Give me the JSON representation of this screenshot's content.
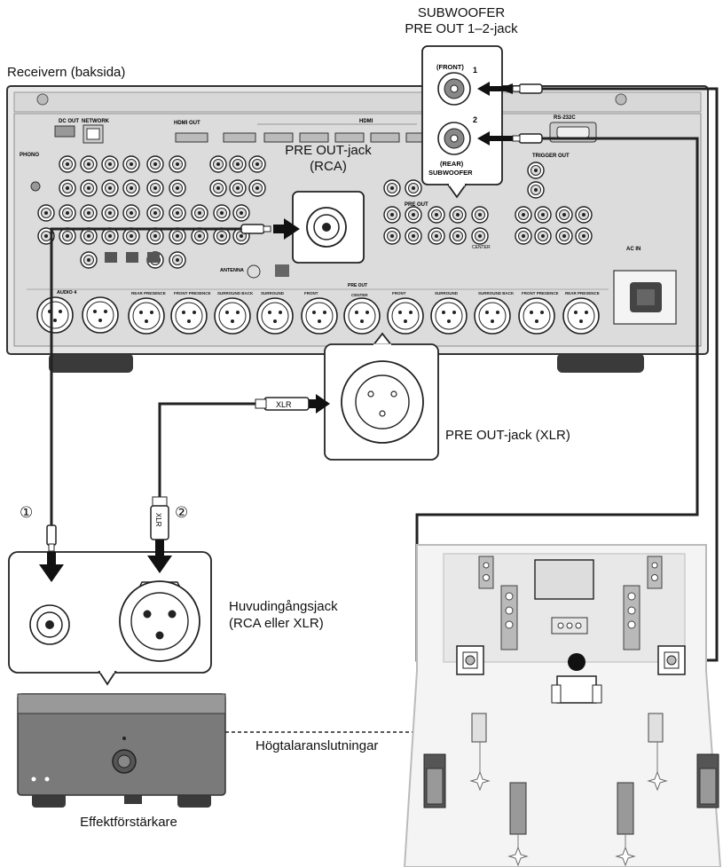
{
  "labels": {
    "receiver": "Receivern (baksida)",
    "subwoofer_title_1": "SUBWOOFER",
    "subwoofer_title_2": "PRE OUT 1–2-jack",
    "pre_out_rca_1": "PRE OUT-jack",
    "pre_out_rca_2": "(RCA)",
    "pre_out_xlr": "PRE OUT-jack (XLR)",
    "main_input_1": "Huvudingångsjack",
    "main_input_2": "(RCA eller XLR)",
    "speaker_connections": "Högtalaranslutningar",
    "power_amp": "Effektförstärkare",
    "callout_1": "①",
    "callout_2": "②"
  },
  "subwoofer_jacks": {
    "front_label": "(FRONT)",
    "front_num": "1",
    "rear_num": "2",
    "rear_label": "(REAR)",
    "sub_label": "SUBWOOFER"
  },
  "cable_label": "XLR",
  "panel_text": {
    "dc_out": "DC OUT",
    "network": "NETWORK",
    "hdmi_out": "HDMI OUT",
    "hdmi": "HDMI",
    "rs232c": "RS-232C",
    "phono": "PHONO",
    "trigger_out": "TRIGGER OUT",
    "pre_out": "PRE OUT",
    "antenna": "ANTENNA",
    "ac_in": "AC IN",
    "audio4": "AUDIO 4",
    "center": "CENTER"
  },
  "xlr_labels": [
    "REAR PRESENCE",
    "FRONT PRESENCE",
    "SURROUND BACK",
    "SURROUND",
    "FRONT",
    "CENTER",
    "FRONT",
    "SURROUND",
    "SURROUND BACK",
    "FRONT PRESENCE",
    "REAR PRESENCE"
  ]
}
